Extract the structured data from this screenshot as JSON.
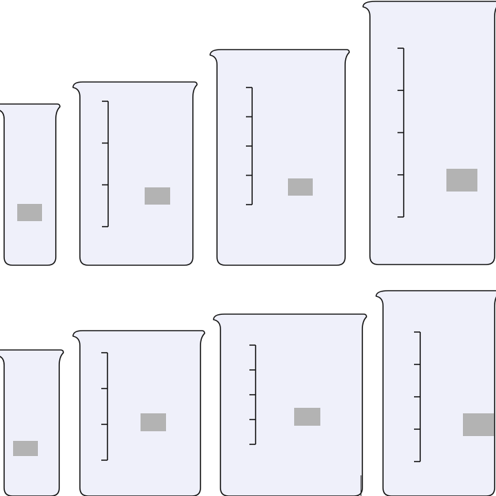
{
  "scene": {
    "description_free": true,
    "colors": {
      "background": "#ffffff",
      "beaker_fill": "#eff0fa",
      "beaker_outline": "#111111",
      "label_fill": "#b3b3b3",
      "graduation_stroke": "#111111"
    },
    "rows": [
      {
        "name": "top-row",
        "beakers": [
          {
            "name": "beaker-tall-small",
            "graduation_ticks": 0
          },
          {
            "name": "beaker-tall-medium",
            "graduation_ticks": 4
          },
          {
            "name": "beaker-tall-large",
            "graduation_ticks": 5
          },
          {
            "name": "beaker-tall-xlarge",
            "graduation_ticks": 5
          }
        ]
      },
      {
        "name": "bottom-row",
        "beakers": [
          {
            "name": "beaker-low-small",
            "graduation_ticks": 0
          },
          {
            "name": "beaker-low-medium",
            "graduation_ticks": 4
          },
          {
            "name": "beaker-low-large",
            "graduation_ticks": 5
          },
          {
            "name": "beaker-low-xlarge",
            "graduation_ticks": 5
          }
        ]
      }
    ]
  }
}
